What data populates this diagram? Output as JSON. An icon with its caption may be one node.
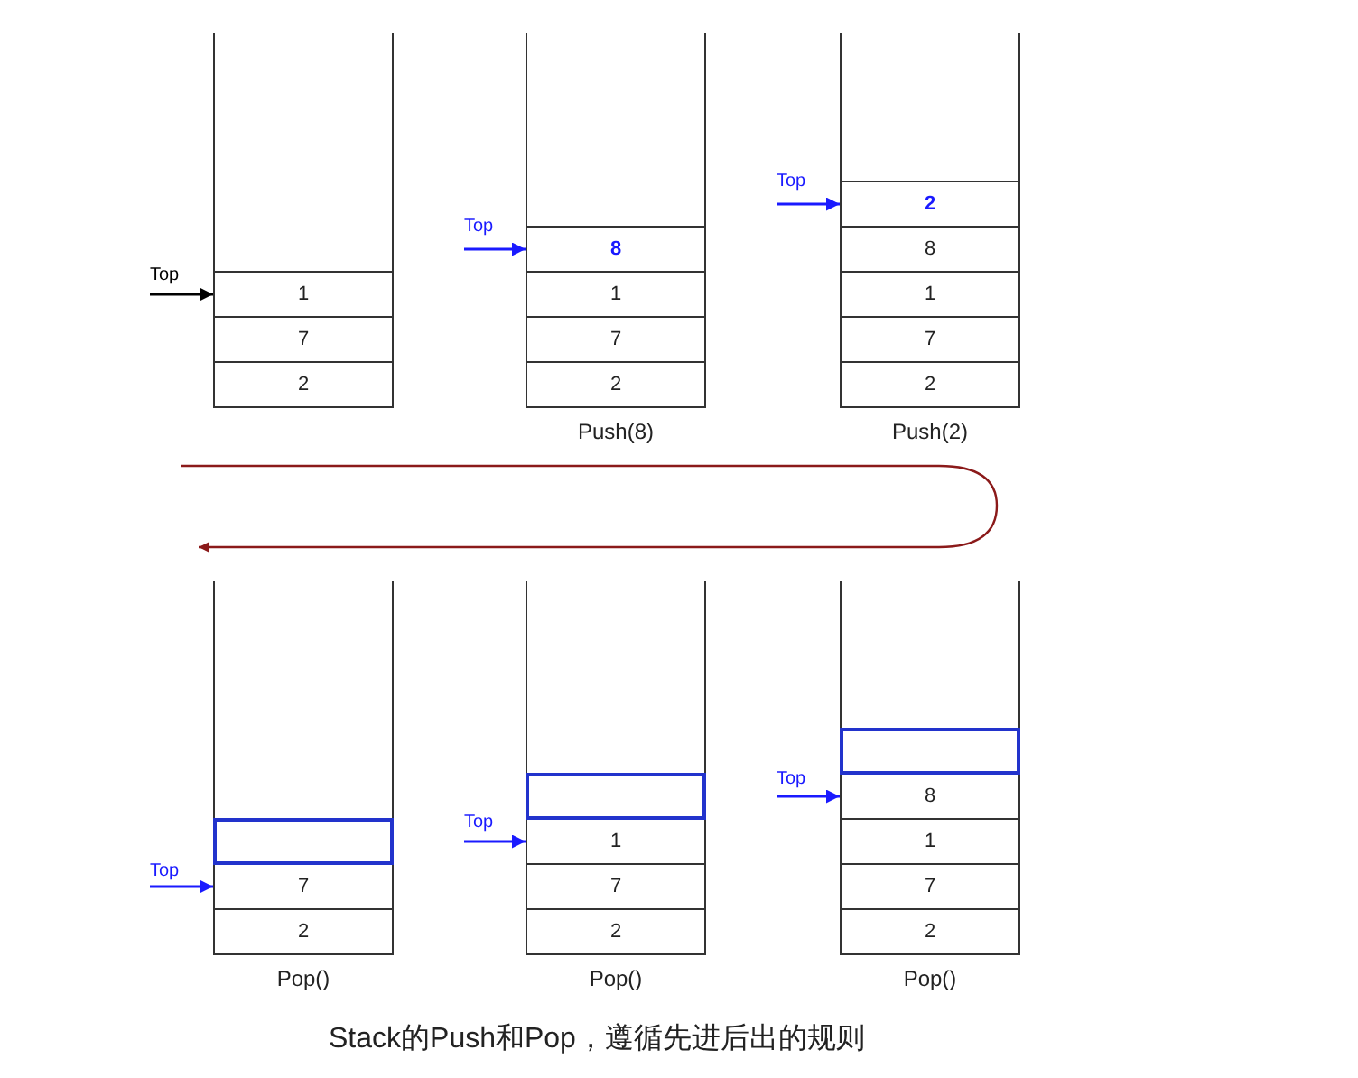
{
  "diagram": {
    "caption": "Stack的Push和Pop，遵循先进后出的规则",
    "nodes": [
      {
        "text": [],
        "shape": "box"
      },
      {
        "text": [
          "1"
        ],
        "in": 0
      },
      {
        "text": [
          "7"
        ],
        "in": 0
      },
      {
        "text": [
          "2"
        ],
        "in": 0
      },
      {
        "text": [
          "Top"
        ]
      },
      {
        "text": [],
        "shape": "box",
        "beside": [
          "Push(8)"
        ]
      },
      {
        "text": [
          "8"
        ],
        "in": 5
      },
      {
        "text": [
          "1"
        ],
        "in": 5
      },
      {
        "text": [
          "7"
        ],
        "in": 5
      },
      {
        "text": [
          "2"
        ],
        "in": 5
      },
      {
        "text": [
          "Top"
        ]
      },
      {
        "text": [],
        "shape": "box",
        "beside": [
          "Push(2)"
        ]
      },
      {
        "text": [
          "2"
        ],
        "in": 11
      },
      {
        "text": [
          "8"
        ],
        "in": 11
      },
      {
        "text": [
          "1"
        ],
        "in": 11
      },
      {
        "text": [
          "7"
        ],
        "in": 11
      },
      {
        "text": [
          "2"
        ],
        "in": 11
      },
      {
        "text": [
          "Top"
        ]
      },
      {
        "text": [],
        "shape": "box",
        "beside": [
          "Pop()"
        ]
      },
      {
        "text": [],
        "shape": "box",
        "in": 18
      },
      {
        "text": [
          "7"
        ],
        "in": 18
      },
      {
        "text": [
          "2"
        ],
        "in": 18
      },
      {
        "text": [
          "Top"
        ]
      },
      {
        "text": [],
        "shape": "box",
        "beside": [
          "Pop()"
        ]
      },
      {
        "text": [],
        "shape": "box",
        "in": 23
      },
      {
        "text": [
          "1"
        ],
        "in": 23
      },
      {
        "text": [
          "7"
        ],
        "in": 23
      },
      {
        "text": [
          "2"
        ],
        "in": 23
      },
      {
        "text": [
          "Top"
        ]
      },
      {
        "text": [],
        "shape": "box",
        "beside": [
          "Pop()"
        ]
      },
      {
        "text": [],
        "shape": "box",
        "in": 29
      },
      {
        "text": [
          "8"
        ],
        "in": 29
      },
      {
        "text": [
          "1"
        ],
        "in": 29
      },
      {
        "text": [
          "7"
        ],
        "in": 29
      },
      {
        "text": [
          "2"
        ],
        "in": 29
      },
      {
        "text": [
          "Top"
        ]
      }
    ],
    "edges": [
      {
        "from": 4,
        "to": 1,
        "arrow": "to",
        "color": "#000000"
      },
      {
        "from": 10,
        "to": 6,
        "arrow": "to"
      },
      {
        "from": 17,
        "to": 12,
        "arrow": "to"
      },
      {
        "from": 22,
        "to": 20,
        "arrow": "to"
      },
      {
        "from": 28,
        "to": 25,
        "arrow": "to"
      },
      {
        "from": 35,
        "to": 31,
        "arrow": "to"
      }
    ]
  }
}
